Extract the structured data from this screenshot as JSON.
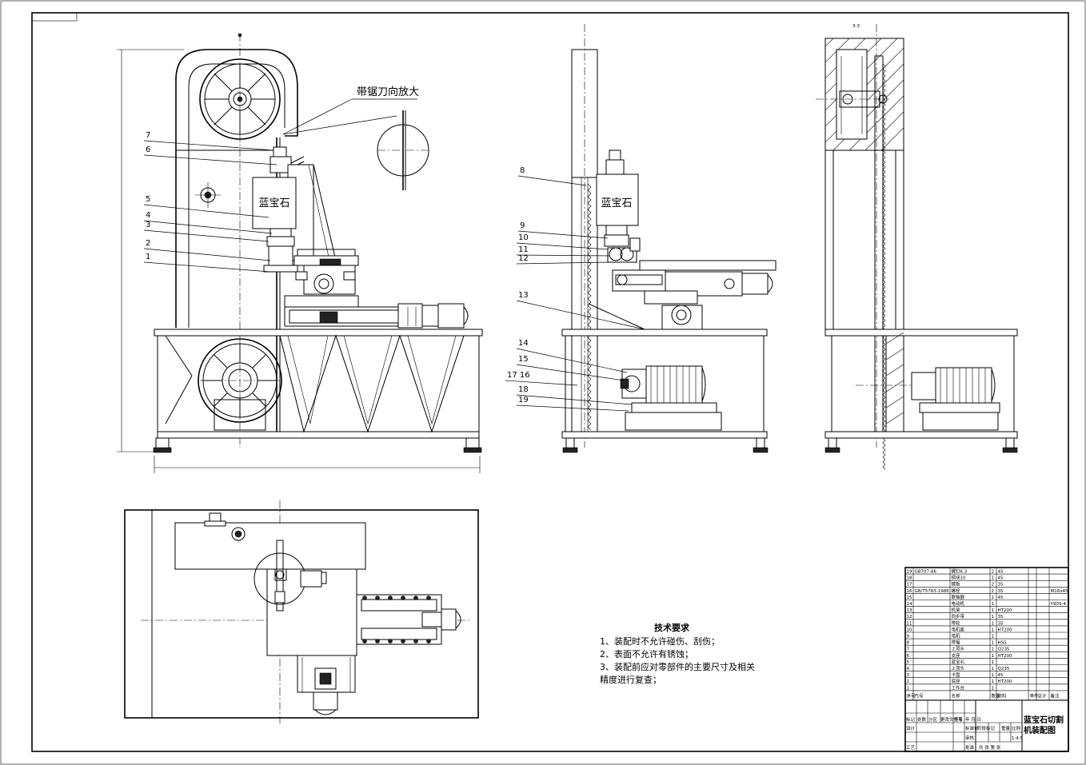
{
  "drawing": {
    "title_line1": "蓝宝石切割",
    "title_line2": "机装配图",
    "gemstone_label_front": "蓝宝石",
    "gemstone_label_side": "蓝宝石",
    "enlarge_note": "带锯刀向放大",
    "section_mark": "3-3"
  },
  "callouts_front": [
    "7",
    "6",
    "5",
    "4",
    "3",
    "2",
    "1"
  ],
  "callouts_side": [
    "8",
    "9",
    "10",
    "11",
    "12",
    "13",
    "14",
    "15",
    "17 16",
    "18",
    "19"
  ],
  "tech_requirements": {
    "heading": "技术要求",
    "items": [
      "1、装配时不允许碰伤、刮伤；",
      "2、表面不允许有锈蚀；",
      "3、装配前应对零部件的主要尺寸及相关",
      "精度进行复查；"
    ]
  },
  "bom": [
    {
      "no": "19",
      "code": "GB707-86",
      "name": "螺钉6.3",
      "qty": "2",
      "mat": "45",
      "note": ""
    },
    {
      "no": "18",
      "code": "",
      "name": "铜块10",
      "qty": "1",
      "mat": "45",
      "note": ""
    },
    {
      "no": "17",
      "code": "",
      "name": "键板",
      "qty": "2",
      "mat": "35",
      "note": ""
    },
    {
      "no": "16",
      "code": "GB/T5783-1986",
      "name": "螺栓",
      "qty": "2",
      "mat": "35",
      "note": "M16x45"
    },
    {
      "no": "15",
      "code": "",
      "name": "联轴器",
      "qty": "1",
      "mat": "45",
      "note": ""
    },
    {
      "no": "14",
      "code": "",
      "name": "电动机",
      "qty": "1",
      "mat": "",
      "note": "Y90S-4"
    },
    {
      "no": "13",
      "code": "",
      "name": "机架",
      "qty": "1",
      "mat": "HT200",
      "note": ""
    },
    {
      "no": "12",
      "code": "",
      "name": "同步带",
      "qty": "1",
      "mat": "35",
      "note": ""
    },
    {
      "no": "11",
      "code": "",
      "name": "带轮",
      "qty": "1",
      "mat": "35",
      "note": ""
    },
    {
      "no": "10",
      "code": "",
      "name": "电机座",
      "qty": "1",
      "mat": "HT200",
      "note": ""
    },
    {
      "no": "9",
      "code": "",
      "name": "电机",
      "qty": "1",
      "mat": "",
      "note": ""
    },
    {
      "no": "8",
      "code": "",
      "name": "带锯",
      "qty": "1",
      "mat": "HSS",
      "note": ""
    },
    {
      "no": "7",
      "code": "",
      "name": "上顶头",
      "qty": "1",
      "mat": "Q235",
      "note": ""
    },
    {
      "no": "6",
      "code": "",
      "name": "支座",
      "qty": "1",
      "mat": "HT200",
      "note": ""
    },
    {
      "no": "5",
      "code": "",
      "name": "蓝宝石",
      "qty": "1",
      "mat": "",
      "note": ""
    },
    {
      "no": "4",
      "code": "",
      "name": "上顶头",
      "qty": "1",
      "mat": "Q235",
      "note": ""
    },
    {
      "no": "3",
      "code": "",
      "name": "卡盘",
      "qty": "1",
      "mat": "45",
      "note": ""
    },
    {
      "no": "2",
      "code": "",
      "name": "底座",
      "qty": "1",
      "mat": "HT200",
      "note": ""
    },
    {
      "no": "1",
      "code": "",
      "name": "工作台",
      "qty": "1",
      "mat": "",
      "note": ""
    }
  ],
  "bom_header": {
    "no": "序号",
    "code": "代号",
    "name": "名称",
    "qty": "数量",
    "mat": "材料",
    "unit_w": "单件",
    "total_w": "总计",
    "note": "备注"
  },
  "title_block": {
    "row1": [
      "标记",
      "处数",
      "分区",
      "更改文件号",
      "签名",
      "年 月 日"
    ],
    "design": "设计",
    "standard": "标准化",
    "check": "审核",
    "process": "工艺",
    "approve": "批准",
    "stage": "阶段标记",
    "weight": "重量",
    "scale": "比例",
    "scale_val": "1:4.5",
    "sheets": "共 张 第 张"
  },
  "colors": {
    "line": "#000000",
    "paper": "#ffffff"
  }
}
